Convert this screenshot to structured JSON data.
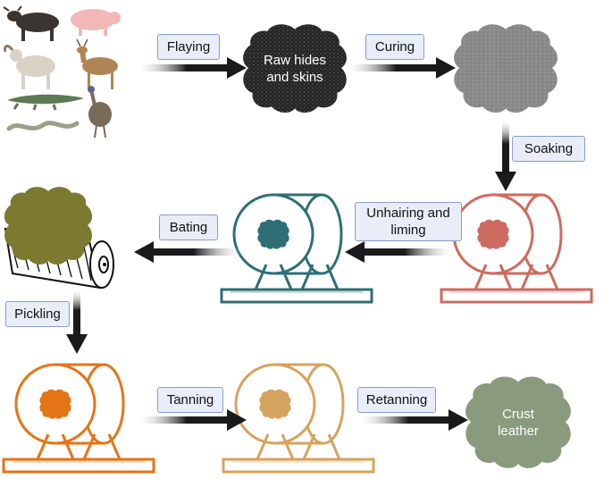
{
  "steps": {
    "flaying": "Flaying",
    "curing": "Curing",
    "soaking": "Soaking",
    "unhairing_line1": "Unhairing and",
    "unhairing_line2": "liming",
    "bating": "Bating",
    "pickling": "Pickling",
    "tanning": "Tanning",
    "retanning": "Retanning"
  },
  "materials": {
    "raw_line1": "Raw hides",
    "raw_line2": "and skins",
    "crust_line1": "Crust",
    "crust_line2": "leather"
  },
  "icons": {
    "animals": [
      "cow-icon",
      "pig-icon",
      "goat-icon",
      "deer-icon",
      "crocodile-icon",
      "emu-icon",
      "snake-icon"
    ],
    "raw_hide": "raw-hide-icon",
    "cured_hide": "cured-hide-icon",
    "drum": "tanning-drum-icon",
    "roller": "bating-roller-icon",
    "crust": "crust-leather-icon"
  },
  "colors": {
    "arrow": "#1a1a1a",
    "raw_hide": "#2b2b2b",
    "cured_hide": "#8c8c8c",
    "soaking_drum": "#cd6b60",
    "liming_drum": "#2e6f76",
    "bating_hide": "#7b7a30",
    "pickling_drum": "#e57417",
    "tanning_drum": "#d6a35e",
    "crust_leather": "#8a9a7c",
    "label_fill": "#e8edf8",
    "label_border": "#8a9ccc"
  }
}
